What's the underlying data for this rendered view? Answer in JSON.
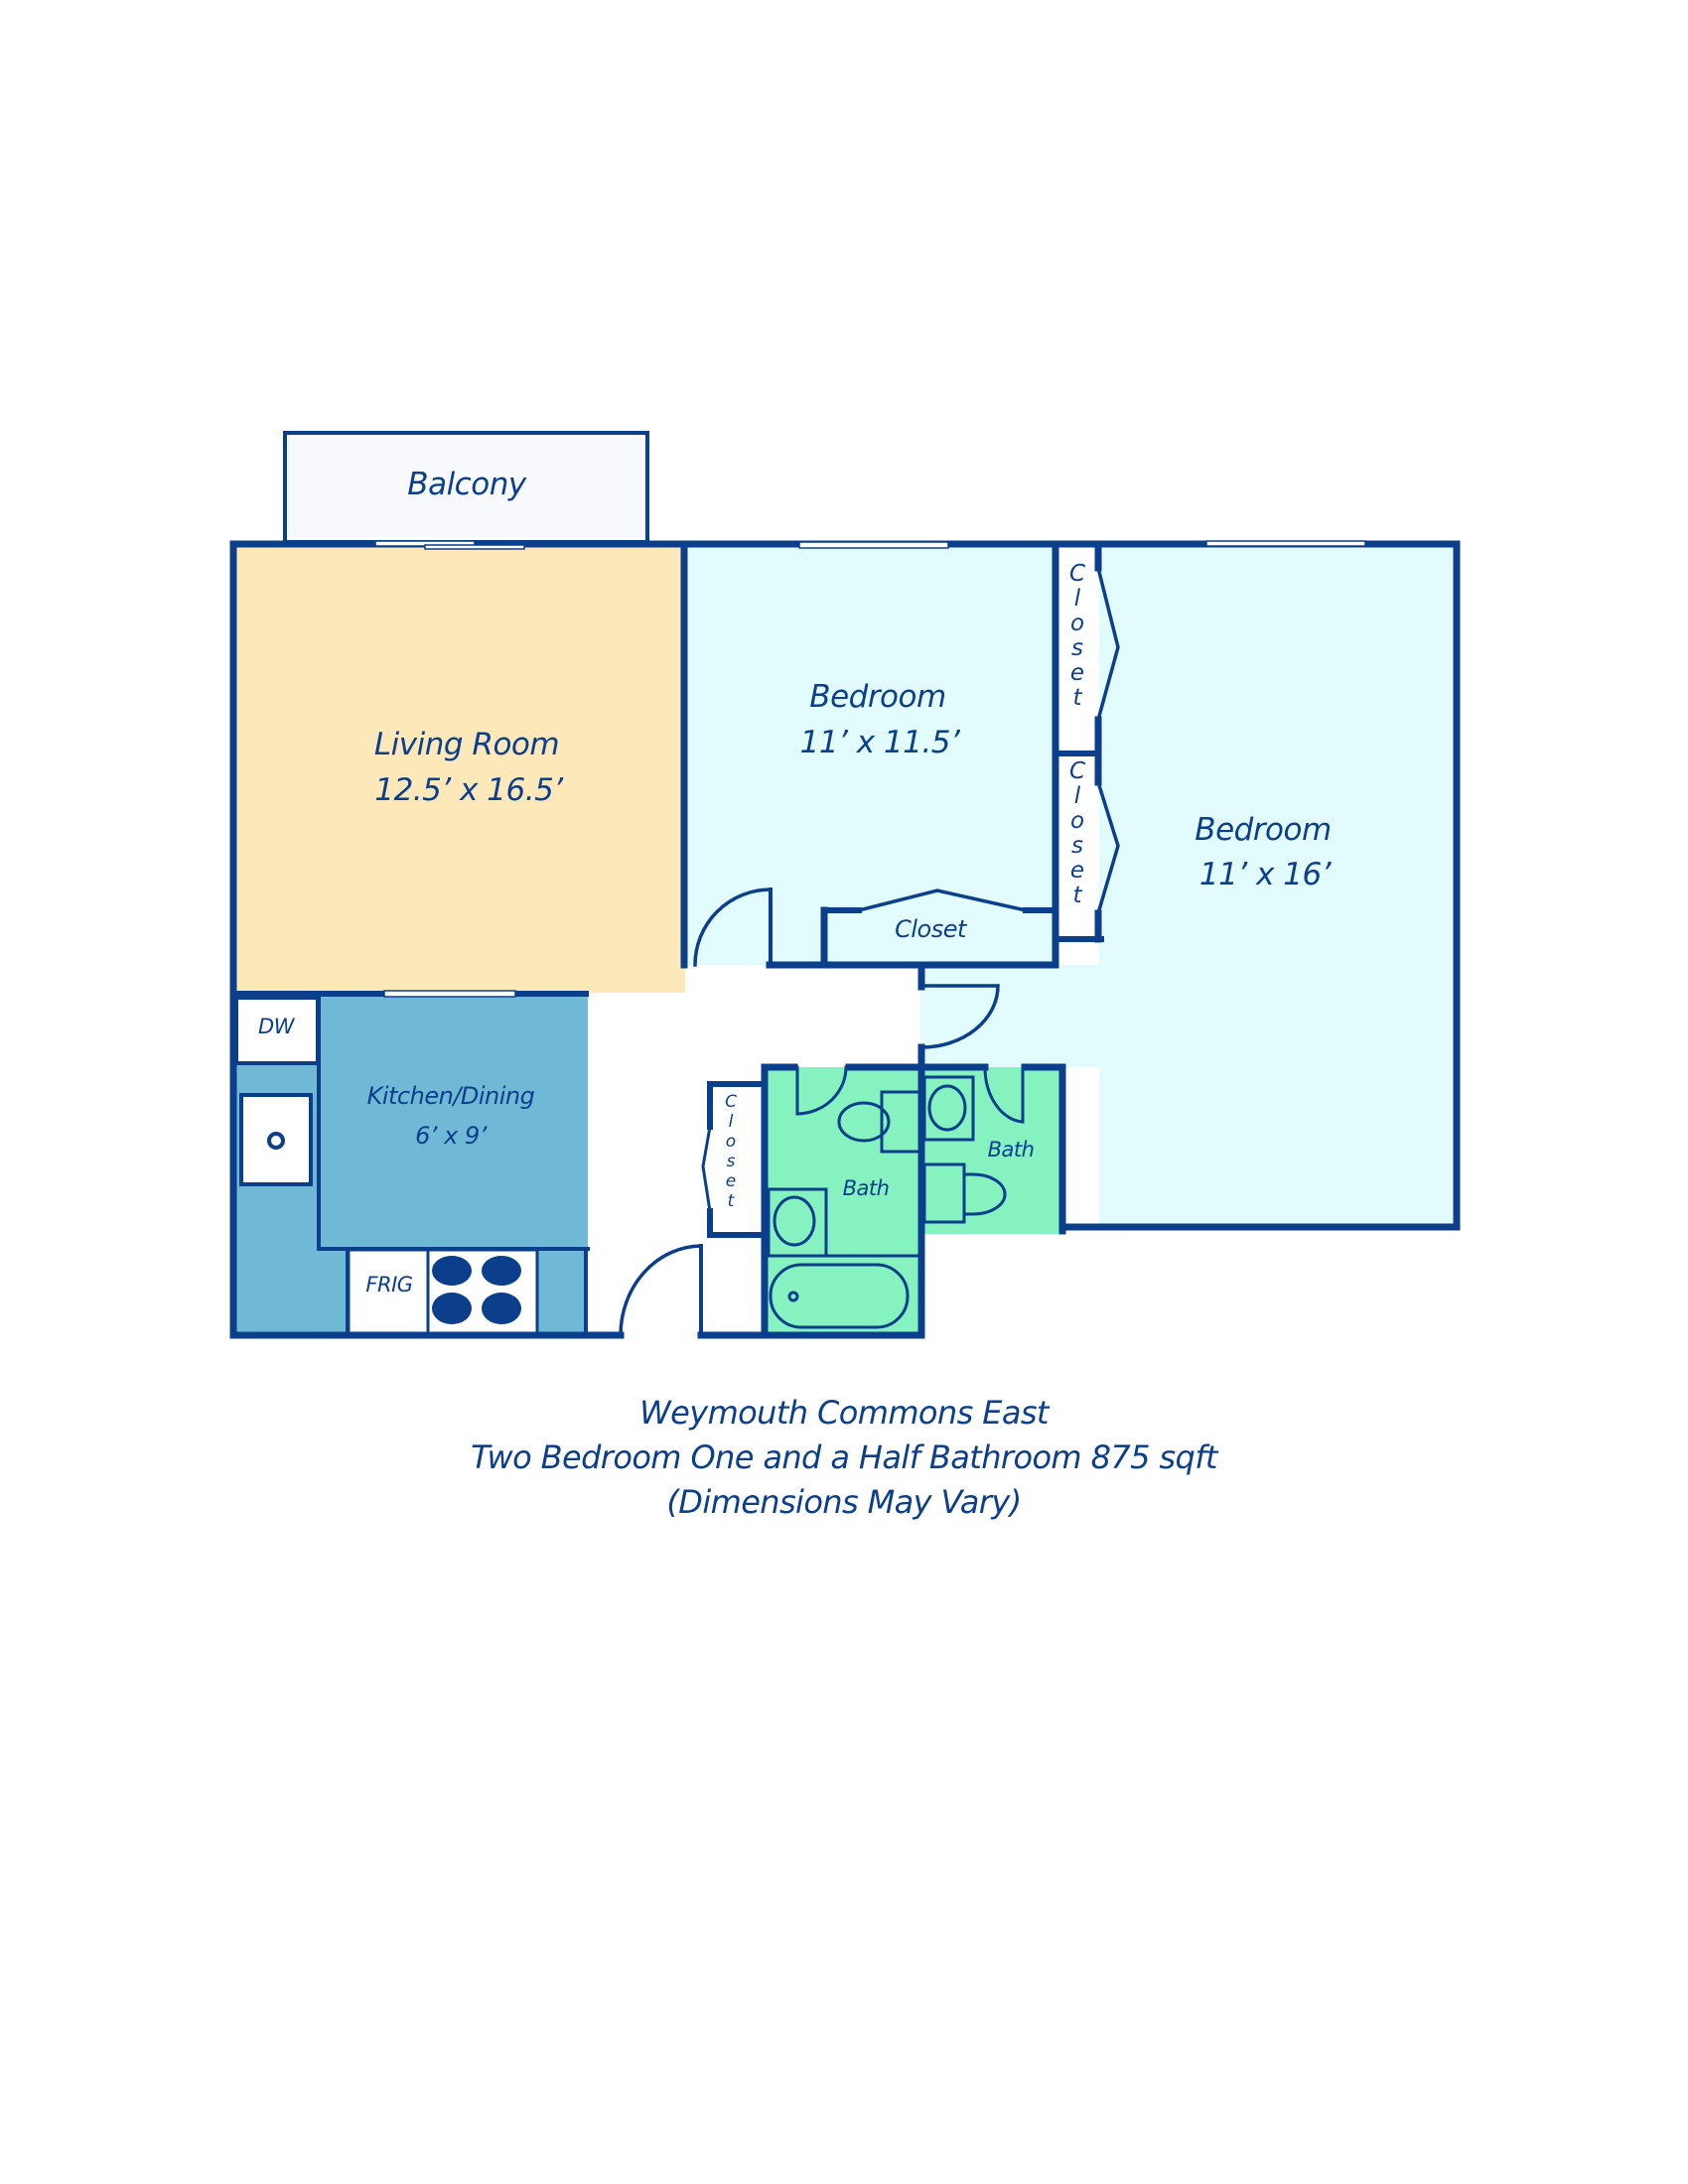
{
  "colors": {
    "wall": "#0b3f8c",
    "living_room": "#fde8b9",
    "bedroom": "#e2fcfd",
    "kitchen": "#6fb8d6",
    "bath": "#85f2bf",
    "appliance": "#ffffff",
    "balcony": "#f8f9fd"
  },
  "rooms": {
    "balcony": {
      "name": "Balcony"
    },
    "living_room": {
      "name": "Living Room",
      "dimensions": "12.5’ x 16.5’"
    },
    "bedroom_1": {
      "name": "Bedroom",
      "dimensions": "11’ x 11.5’"
    },
    "bedroom_2": {
      "name": "Bedroom",
      "dimensions": "11’ x 16’"
    },
    "kitchen": {
      "name": "Kitchen/Dining",
      "dimensions": "6’ x 9’"
    },
    "bath_full": {
      "name": "Bath"
    },
    "bath_half": {
      "name": "Bath"
    },
    "closet_bedroom1": {
      "name": "Closet"
    },
    "closet_vertical_1": {
      "letters": [
        "C",
        "l",
        "o",
        "s",
        "e",
        "t"
      ]
    },
    "closet_vertical_2": {
      "letters": [
        "C",
        "l",
        "o",
        "s",
        "e",
        "t"
      ]
    },
    "closet_hall": {
      "letters": [
        "C",
        "l",
        "o",
        "s",
        "e",
        "t"
      ]
    }
  },
  "appliances": {
    "dishwasher": "DW",
    "refrigerator": "FRIG"
  },
  "caption": {
    "property": "Weymouth Commons East",
    "unit_type": "Two Bedroom One and a Half Bathroom 875 sqft",
    "disclaimer": "(Dimensions May Vary)"
  }
}
